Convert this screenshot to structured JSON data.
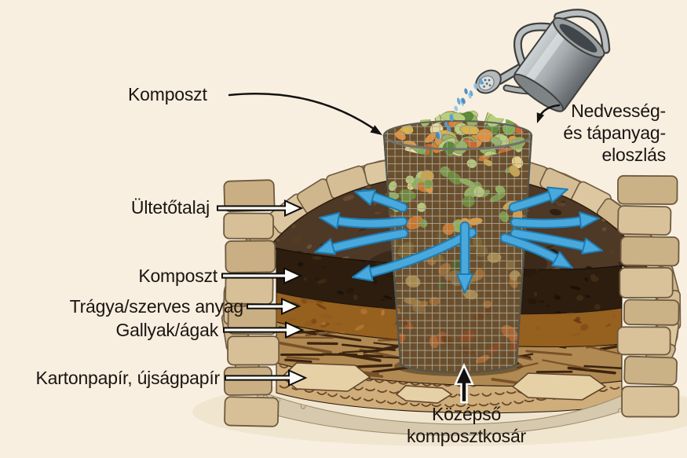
{
  "background_color": "#f8efe1",
  "accent_colors": {
    "flow_arrow_blue": "#49a9dc",
    "flow_arrow_outline": "#1e7cb2",
    "label_text": "#1b1410",
    "soil_dark": "#4e3826",
    "stone_tan": "#d5bd96"
  },
  "labels": {
    "komposzt_top": "Komposzt",
    "nedvesseg": {
      "line1": "Nedvesség-",
      "line2": "és tápanyag-",
      "line3": "eloszlás"
    },
    "ultetotalaj": "Ültetőtalaj",
    "komposzt_layer": "Komposzt",
    "tragya": "Trágya/szerves anyag",
    "gallyak": "Gallyak/ágak",
    "kartonpapir": "Kartonpapír, újságpapír",
    "kozepso": {
      "line1": "Középső",
      "line2": "komposztkosár"
    }
  },
  "icons": {
    "watering_can": "watering-can-icon",
    "water_drops": "water-drops",
    "compost_basket": "compost-basket",
    "flow_arrows": "nutrient-flow-arrows"
  }
}
